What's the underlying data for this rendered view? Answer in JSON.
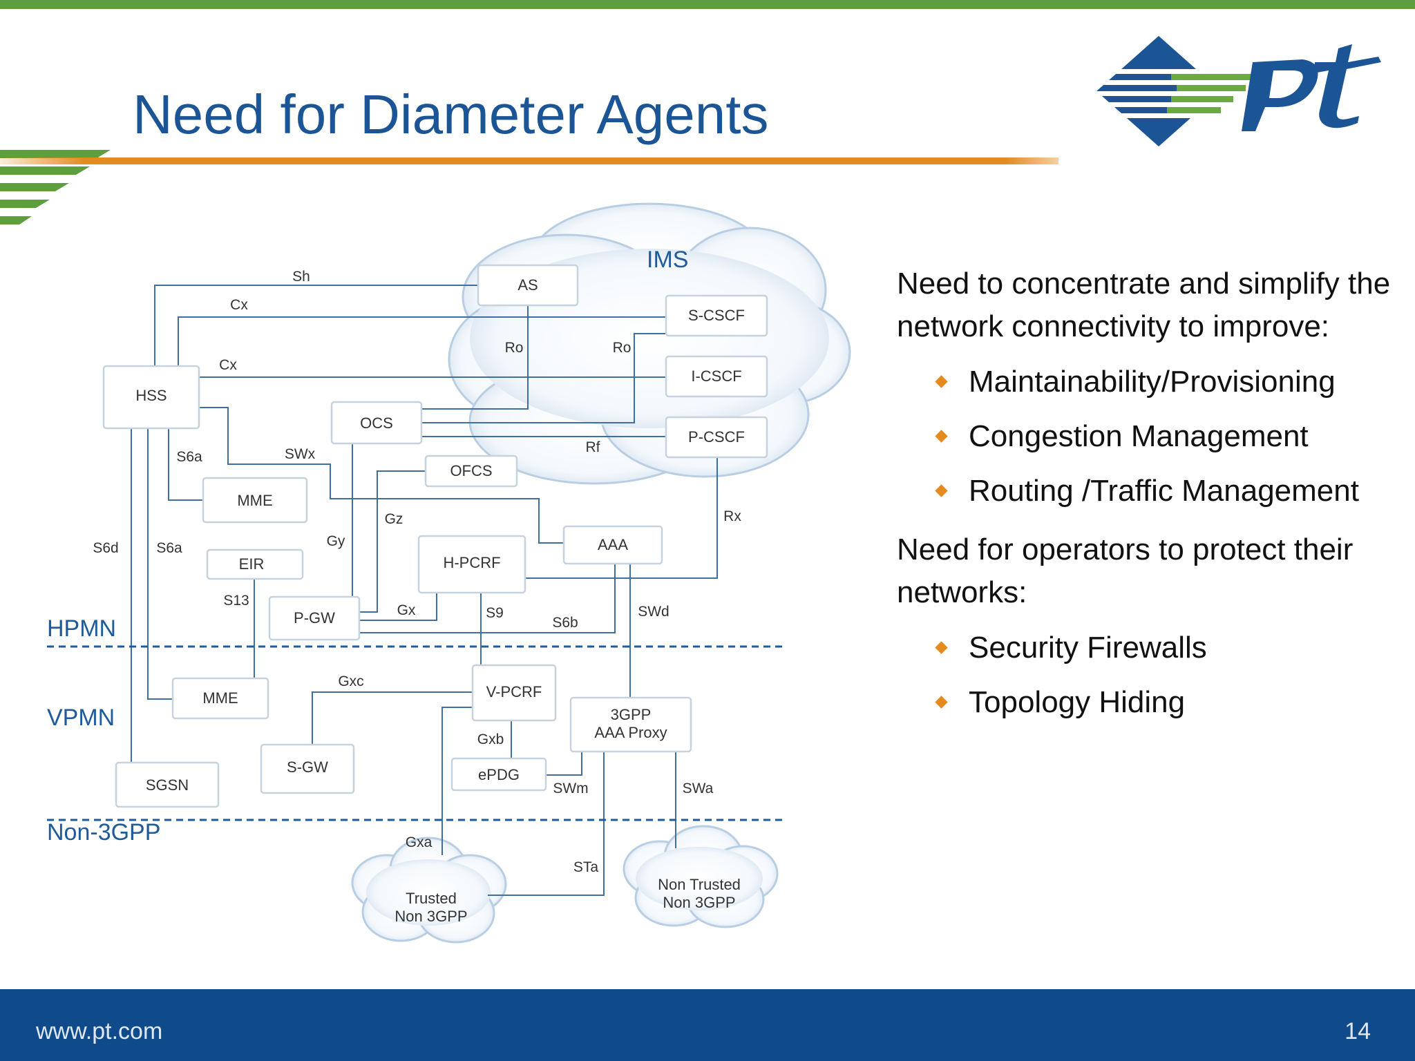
{
  "slide": {
    "title": "Need for Diameter Agents",
    "footer_url": "www.pt.com",
    "page_number": "14"
  },
  "bullets": {
    "p1": "Need to concentrate and simplify the network connectivity to improve:",
    "list1": [
      "Maintainability/Provisioning",
      "Congestion Management",
      "Routing /Traffic Management"
    ],
    "p2": "Need for operators to protect their networks:",
    "list2": [
      "Security Firewalls",
      "Topology Hiding"
    ]
  },
  "diagram": {
    "regions": {
      "ims": "IMS",
      "hpmn": "HPMN",
      "vpmn": "VPMN",
      "non3gpp": "Non-3GPP"
    },
    "nodes": {
      "as": "AS",
      "scscf": "S-CSCF",
      "icscf": "I-CSCF",
      "pcscf": "P-CSCF",
      "hss": "HSS",
      "ocs": "OCS",
      "ofcs": "OFCS",
      "mme_h": "MME",
      "eir": "EIR",
      "hpcrf": "H-PCRF",
      "aaa": "AAA",
      "pgw": "P-GW",
      "mme_v": "MME",
      "vpcrf": "V-PCRF",
      "aaaproxy_1": "3GPP",
      "aaaproxy_2": "AAA Proxy",
      "sgw": "S-GW",
      "epdg": "ePDG",
      "sgsn": "SGSN",
      "trusted_1": "Trusted",
      "trusted_2": "Non 3GPP",
      "nontrusted_1": "Non Trusted",
      "nontrusted_2": "Non 3GPP"
    },
    "interfaces": {
      "sh": "Sh",
      "cx1": "Cx",
      "cx2": "Cx",
      "ro1": "Ro",
      "ro2": "Ro",
      "rf": "Rf",
      "s6a1": "S6a",
      "swx": "SWx",
      "gz": "Gz",
      "rx": "Rx",
      "s6d": "S6d",
      "s6a2": "S6a",
      "gy": "Gy",
      "s13": "S13",
      "gx": "Gx",
      "s9": "S9",
      "s6b": "S6b",
      "swd": "SWd",
      "gxc": "Gxc",
      "gxb": "Gxb",
      "swm": "SWm",
      "swa": "SWa",
      "gxa": "Gxa",
      "sta": "STa"
    }
  },
  "colors": {
    "title_blue": "#1b5596",
    "region_blue": "#1f5b9a",
    "footer_blue": "#0f4a8a",
    "top_green": "#5e9e3e",
    "accent_orange": "#e48a1f",
    "line_blue": "#3f6f9f"
  }
}
